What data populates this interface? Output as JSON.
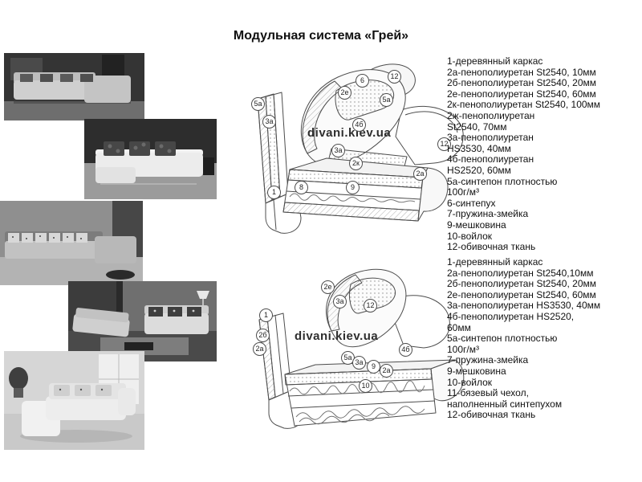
{
  "title": "Модульная система «Грей»",
  "watermark": "divani.kiev.ua",
  "colors": {
    "page_bg": "#ffffff",
    "text": "#111111",
    "diagram_line": "#4d4d4d"
  },
  "legend_top": [
    "1-деревянный каркас",
    "2а-пенополиуретан St2540, 10мм",
    "2б-пенополиуретан St2540, 20мм",
    "2е-пенополиуретан St2540, 60мм",
    "2к-пенополиуретан St2540, 100мм",
    "2ж-пенополиуретан",
    "St2540, 70мм",
    "3а-пенополиуретан",
    "HS3530, 40мм",
    "4б-пенополиуретан",
    "HS2520, 60мм",
    "5а-синтепон плотностью",
    "100г/м³",
    "6-синтепух",
    "7-пружина-змейка",
    "9-мешковина",
    "10-войлок",
    "12-обивочная ткань"
  ],
  "legend_bottom": [
    "1-деревянный каркас",
    "2а-пенополиуретан St2540,10мм",
    "2б-пенополиуретан St2540, 20мм",
    "2е-пенополиуретан St2540, 60мм",
    "3а-пенополиуретан HS3530, 40мм",
    "4б-пенополиуретан HS2520,",
    "60мм",
    "5а-синтепон плотностью",
    "100г/м³",
    "7-пружина-змейка",
    "9-мешковина",
    "10-войлок",
    "11-бязевый чехол,",
    "наполненный синтепухом",
    "12-обивочная ткань"
  ],
  "diagram_top": {
    "callouts": [
      "5а",
      "3а",
      "1",
      "8",
      "2е",
      "6",
      "4б",
      "5а",
      "12",
      "2к",
      "9",
      "2а",
      "12",
      "3а"
    ]
  },
  "diagram_bottom": {
    "callouts": [
      "1",
      "2е",
      "3а",
      "12",
      "2б",
      "2а",
      "5а",
      "3а",
      "9",
      "2а",
      "10",
      "4б"
    ]
  }
}
